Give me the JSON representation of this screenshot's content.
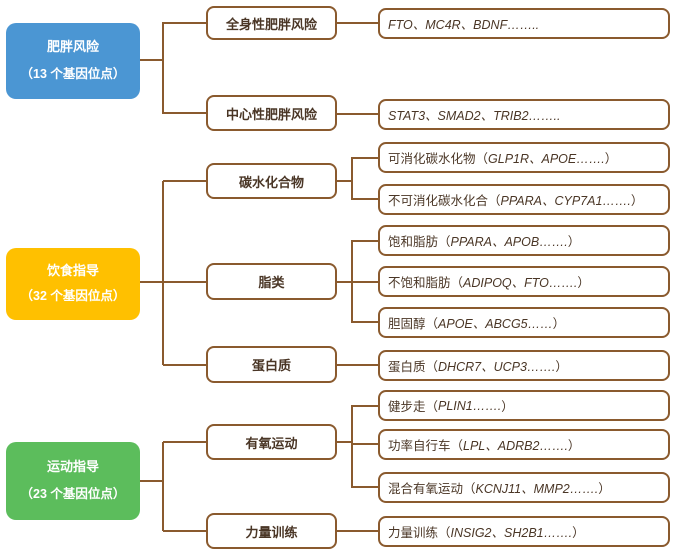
{
  "diagram": {
    "title": "gene-loci-mindmap",
    "colors": {
      "obesity_root": "#4B96D3",
      "diet_root": "#FFC000",
      "exercise_root": "#5CBD5C",
      "connector_brown": "#8A5A2E",
      "node_text_brown": "#4A3626",
      "root_text": "#FFFFFF"
    },
    "roots": [
      {
        "title": "肥胖风险",
        "subtitle": "（13 个基因位点）",
        "color": "#4B96D3"
      },
      {
        "title": "饮食指导",
        "subtitle": "（32 个基因位点）",
        "color": "#FFC000"
      },
      {
        "title": "运动指导",
        "subtitle": "（23 个基因位点）",
        "color": "#5CBD5C"
      }
    ],
    "categories": [
      {
        "label": "全身性肥胖风险"
      },
      {
        "label": "中心性肥胖风险"
      },
      {
        "label": "碳水化合物"
      },
      {
        "label": "脂类"
      },
      {
        "label": "蛋白质"
      },
      {
        "label": "有氧运动"
      },
      {
        "label": "力量训练"
      }
    ],
    "leaves": [
      {
        "prefix": "",
        "genes": "FTO、MC4R、BDNF……..",
        "suffix": ""
      },
      {
        "prefix": "",
        "genes": "STAT3、SMAD2、TRIB2……..",
        "suffix": ""
      },
      {
        "prefix": "可消化碳水化物（",
        "genes": "GLP1R、APOE…….",
        "suffix": "）"
      },
      {
        "prefix": "不可消化碳水化合（",
        "genes": "PPARA、CYP7A1…….",
        "suffix": "）"
      },
      {
        "prefix": "饱和脂肪（",
        "genes": "PPARA、APOB…….",
        "suffix": "）"
      },
      {
        "prefix": "不饱和脂肪（",
        "genes": "ADIPOQ、FTO…….",
        "suffix": "）"
      },
      {
        "prefix": "胆固醇（",
        "genes": "APOE、ABCG5……",
        "suffix": "）"
      },
      {
        "prefix": "蛋白质（",
        "genes": "DHCR7、UCP3…….",
        "suffix": "）"
      },
      {
        "prefix": "健步走（",
        "genes": "PLIN1…….",
        "suffix": "）"
      },
      {
        "prefix": "功率自行车（",
        "genes": "LPL、ADRB2…….",
        "suffix": "）"
      },
      {
        "prefix": "混合有氧运动（",
        "genes": "KCNJ11、MMP2…….",
        "suffix": "）"
      },
      {
        "prefix": "力量训练（",
        "genes": "INSIG2、SH2B1…….",
        "suffix": "）"
      }
    ]
  }
}
